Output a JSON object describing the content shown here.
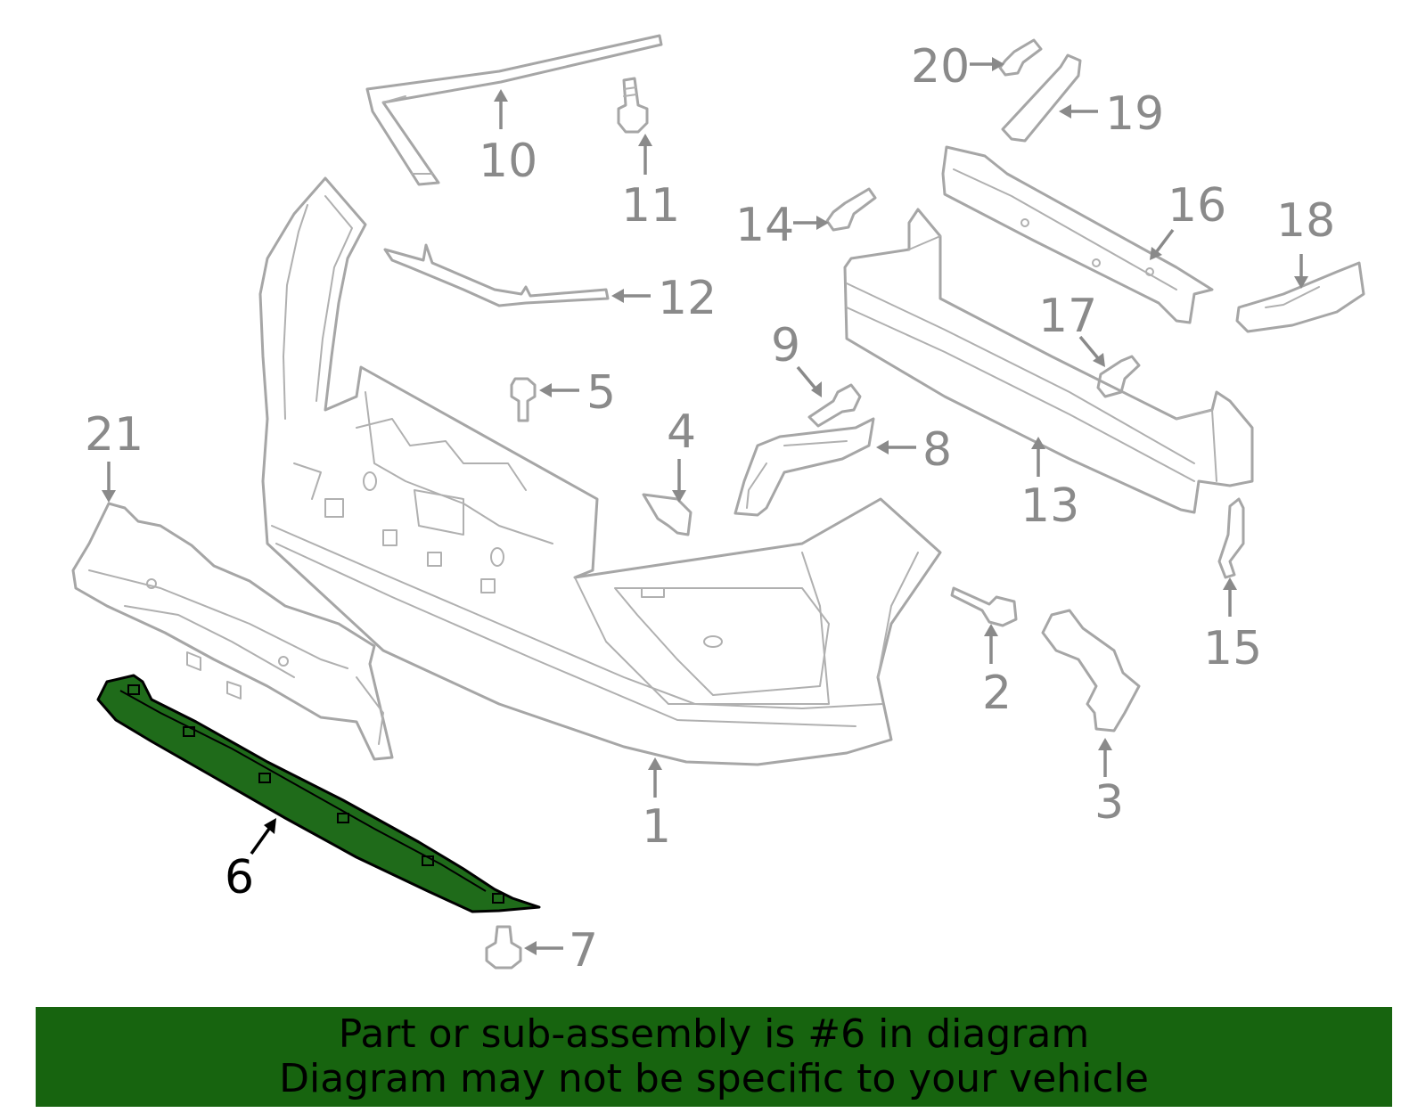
{
  "callouts": {
    "c1": "1",
    "c2": "2",
    "c3": "3",
    "c4": "4",
    "c5": "5",
    "c6": "6",
    "c7": "7",
    "c8": "8",
    "c9": "9",
    "c10": "10",
    "c11": "11",
    "c12": "12",
    "c13": "13",
    "c14": "14",
    "c15": "15",
    "c16": "16",
    "c17": "17",
    "c18": "18",
    "c19": "19",
    "c20": "20",
    "c21": "21"
  },
  "highlight": {
    "part": "6",
    "color": "#1f6b1a"
  },
  "banner": {
    "line1": "Part or sub-assembly is #6 in diagram",
    "line2": "Diagram may not be specific to your vehicle",
    "color": "#17640f"
  }
}
